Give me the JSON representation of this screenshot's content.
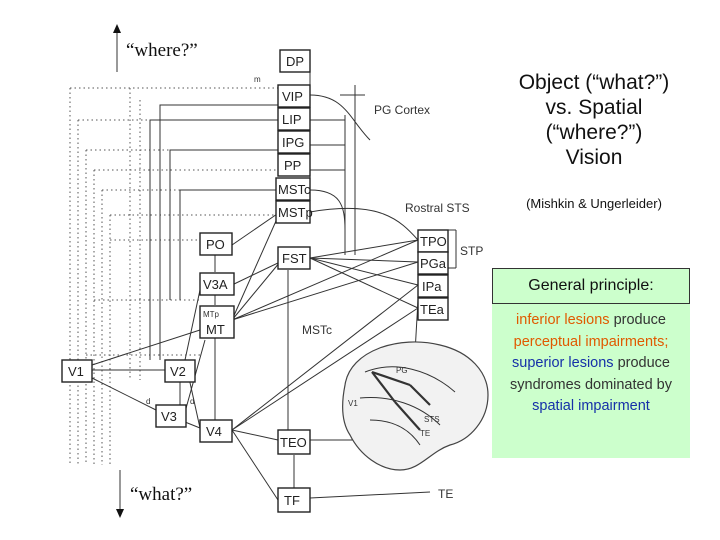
{
  "pathways": {
    "where_label": "“where?”",
    "what_label": "“what?”"
  },
  "areas": {
    "DP": "DP",
    "VIP": "VIP",
    "LIP": "LIP",
    "IPG": "IPG",
    "PP": "PP",
    "MSTc": "MSTc",
    "MSTp": "MSTp",
    "PO": "PO",
    "FST": "FST",
    "V3A": "V3A",
    "MT": "MT",
    "V1": "V1",
    "V2": "V2",
    "V3": "V3",
    "V4": "V4",
    "TEO": "TEO",
    "TF": "TF",
    "TPO": "TPO",
    "PGa": "PGa",
    "IPa": "IPa",
    "TEa": "TEa"
  },
  "regions": {
    "pg_cortex": "PG Cortex",
    "rostral_sts": "Rostral STS",
    "stp": "STP",
    "mstc": "MSTc",
    "te": "TE",
    "mtp": "MTp",
    "m": "m",
    "d1": "d",
    "d2": "d"
  },
  "brain_labels": {
    "pg": "PG",
    "v1": "V1",
    "sts": "STS",
    "te": "TE"
  },
  "title_lines": [
    "Object (“what?”)",
    "vs. Spatial",
    "(“where?”)",
    "Vision"
  ],
  "citation": "(Mishkin & Ungerleider)",
  "principle": {
    "heading": "General principle:",
    "w1": "inferior lesions",
    "w2": "produce",
    "w3": "perceptual",
    "w4": "impairments;",
    "w5": "superior",
    "w6": "lesions",
    "w7": "produce syndromes dominated by",
    "w8": "spatial impairment"
  },
  "colors": {
    "principle_bg": "#ccffcc",
    "orange": "#e05a00",
    "blue": "#1530a8"
  }
}
